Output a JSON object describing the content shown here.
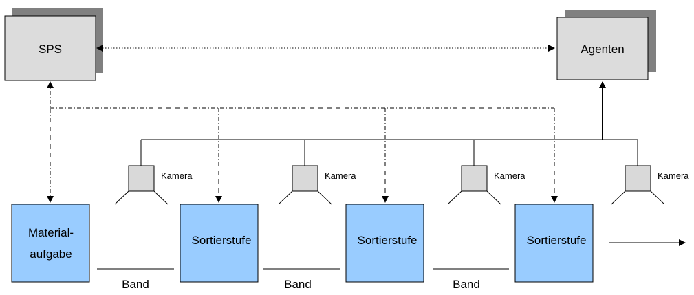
{
  "sps": {
    "label": "SPS"
  },
  "agents": {
    "label": "Agenten"
  },
  "material": {
    "line1": "Material-",
    "line2": "aufgabe"
  },
  "stages": [
    {
      "label": "Sortierstufe"
    },
    {
      "label": "Sortierstufe"
    },
    {
      "label": "Sortierstufe"
    }
  ],
  "cameras": [
    {
      "label": "Kamera"
    },
    {
      "label": "Kamera"
    },
    {
      "label": "Kamera"
    },
    {
      "label": "Kamera"
    }
  ],
  "belts": [
    {
      "label": "Band"
    },
    {
      "label": "Band"
    },
    {
      "label": "Band"
    }
  ],
  "colors": {
    "blue_box": "#99ccff",
    "gray_box": "#dcdcdc",
    "shadow": "#808080",
    "camera": "#d9d9d9"
  }
}
